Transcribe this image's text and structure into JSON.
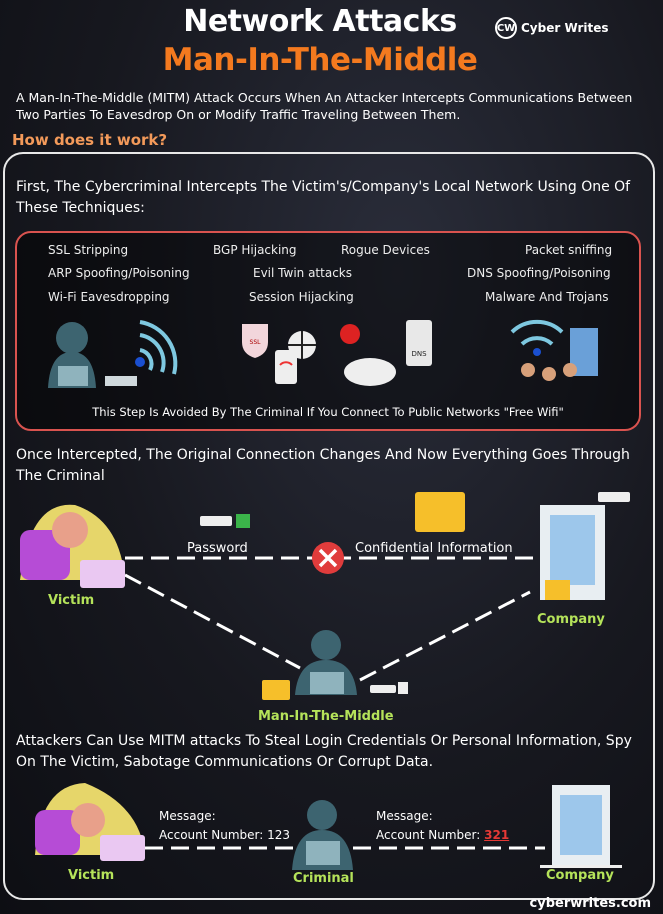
{
  "header": {
    "title": "Network Attacks",
    "subtitle": "Man-In-The-Middle",
    "logo_text": "Cyber Writes"
  },
  "intro": "A Man-In-The-Middle (MITM) Attack Occurs When An Attacker Intercepts Communications Between Two Parties To Eavesdrop On or Modify Traffic Traveling Between Them.",
  "how_heading": "How does it work?",
  "step1": {
    "text": "First, The Cybercriminal Intercepts The Victim's/Company's Local Network Using One Of These Techniques:",
    "techniques": [
      "SSL Stripping",
      "BGP Hijacking",
      "Rogue Devices",
      "Packet sniffing",
      "ARP Spoofing/Poisoning",
      "Evil Twin attacks",
      "DNS Spoofing/Poisoning",
      "Wi-Fi Eavesdropping",
      "Session Hijacking",
      "Malware And Trojans"
    ],
    "icon_labels": {
      "ssl": "SSL",
      "dns": "DNS"
    },
    "note": "This Step Is Avoided By The Criminal If You Connect To Public Networks \"Free Wifi\""
  },
  "step2": {
    "text": "Once Intercepted, The Original Connection Changes And Now Everything Goes Through The Criminal",
    "password": "Password",
    "confidential": "Confidential Information",
    "victim": "Victim",
    "company": "Company",
    "mitm": "Man-In-The-Middle"
  },
  "step3": {
    "text": "Attackers Can Use MITM attacks To Steal Login Credentials Or Personal Information, Spy On The Victim, Sabotage Communications Or Corrupt Data.",
    "msg_label": "Message:",
    "acct_prefix": "Account Number:",
    "acct_original": "123",
    "acct_modified": "321",
    "victim": "Victim",
    "criminal": "Criminal",
    "company": "Company"
  },
  "footer": "cyberwrites.com",
  "colors": {
    "orange": "#f47a1f",
    "green": "#b5e35a",
    "red": "#d9534f"
  }
}
